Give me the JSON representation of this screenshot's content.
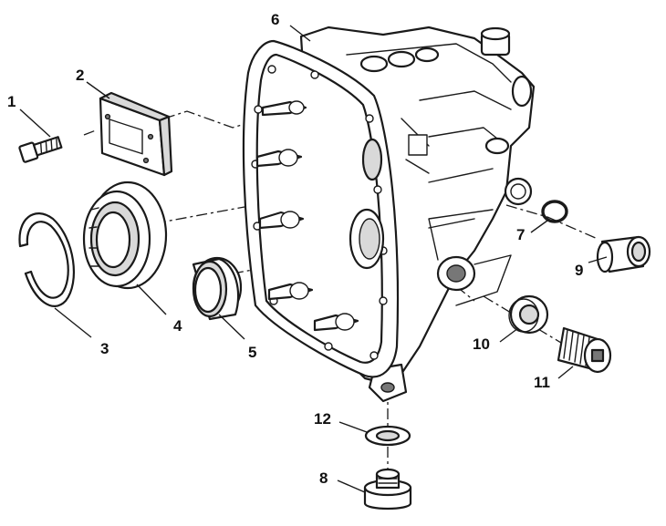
{
  "diagram": {
    "callouts": [
      "1",
      "2",
      "3",
      "4",
      "5",
      "6",
      "7",
      "8",
      "9",
      "10",
      "11",
      "12"
    ],
    "parts": {
      "bolt": "bolt",
      "inspection_cover": "inspection-cover",
      "snap_ring": "snap-ring",
      "bearing": "bearing",
      "bearing_race": "bearing-race",
      "housing": "transmission-housing",
      "o_ring": "o-ring",
      "drain_plug": "drain-plug",
      "sleeve": "sleeve",
      "seal_washer": "seal-washer",
      "fill_plug": "fill-plug",
      "crush_washer": "crush-washer"
    }
  }
}
